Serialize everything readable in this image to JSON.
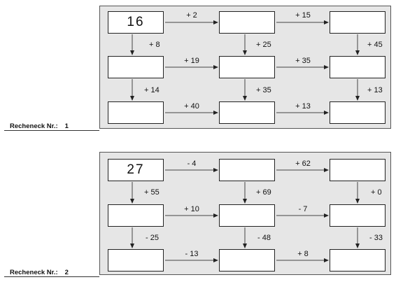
{
  "worksheets": [
    {
      "label": "Recheneck Nr.:",
      "number": "1",
      "start": "16",
      "row_ops": [
        [
          "+ 2",
          "+ 15"
        ],
        [
          "+ 19",
          "+ 35"
        ],
        [
          "+ 40",
          "+ 13"
        ]
      ],
      "col_ops": [
        [
          "+ 8",
          "+ 25",
          "+ 45"
        ],
        [
          "+ 14",
          "+ 35",
          "+ 13"
        ]
      ]
    },
    {
      "label": "Recheneck Nr.:",
      "number": "2",
      "start": "27",
      "row_ops": [
        [
          "- 4",
          "+ 62"
        ],
        [
          "+ 10",
          "- 7"
        ],
        [
          "- 13",
          "+ 8"
        ]
      ],
      "col_ops": [
        [
          "+ 55",
          "+ 69",
          "+ 0"
        ],
        [
          "- 25",
          "- 48",
          "- 33"
        ]
      ]
    }
  ]
}
